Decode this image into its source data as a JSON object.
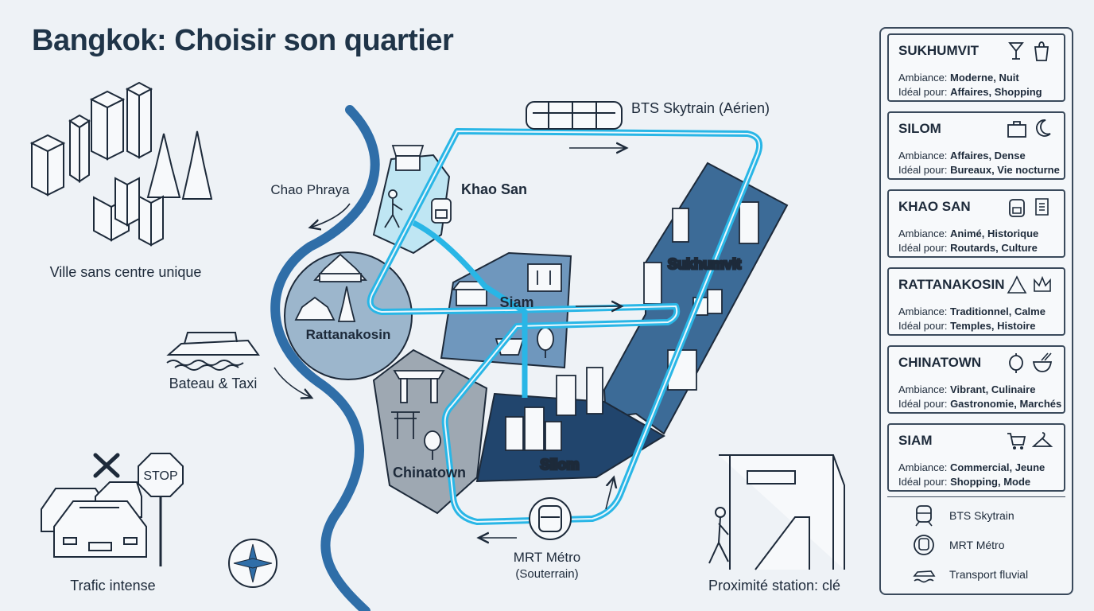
{
  "title": "Bangkok: Choisir son quartier",
  "colors": {
    "river": "#2f6ea8",
    "bts_line": "#29b6e6",
    "sukhumvit": "#2d5f8e",
    "silom": "#21456d",
    "siam": "#6f97bd",
    "rattanakosin": "#9cb6cc",
    "chinatown": "#9ea8b2",
    "khaosan": "#bfe6f3",
    "dark": "#1d2a3a"
  },
  "labels": {
    "city": "Ville sans centre unique",
    "river": "Chao Phraya",
    "boat": "Bateau & Taxi",
    "traffic": "Trafic intense",
    "stop": "STOP",
    "bts": "BTS Skytrain (Aérien)",
    "mrt": "MRT Métro",
    "mrt_sub": "(Souterrain)",
    "station": "Proximité station: clé"
  },
  "districts": {
    "khaosan": "Khao San",
    "rattanakosin": "Rattanakosin",
    "siam": "Siam",
    "sukhumvit": "Sukhumvit",
    "chinatown": "Chinatown",
    "silom": "Silom"
  },
  "sidebar": {
    "cards": [
      {
        "name": "SUKHUMVIT",
        "ambiance_label": "Ambiance:",
        "ambiance": "Moderne, Nuit",
        "ideal_label": "Idéal pour:",
        "ideal": "Affaires, Shopping",
        "icons": [
          "cocktail-icon",
          "shopping-bag-icon"
        ]
      },
      {
        "name": "SILOM",
        "ambiance_label": "Ambiance:",
        "ambiance": "Affaires, Dense",
        "ideal_label": "Idéal pour:",
        "ideal": "Bureaux, Vie nocturne",
        "icons": [
          "briefcase-icon",
          "moon-icon"
        ]
      },
      {
        "name": "KHAO SAN",
        "ambiance_label": "Ambiance:",
        "ambiance": "Animé, Historique",
        "ideal_label": "Idéal pour:",
        "ideal": "Routards, Culture",
        "icons": [
          "backpack-icon",
          "scroll-icon"
        ]
      },
      {
        "name": "RATTANAKOSIN",
        "ambiance_label": "Ambiance:",
        "ambiance": "Traditionnel, Calme",
        "ideal_label": "Idéal pour:",
        "ideal": "Temples, Histoire",
        "icons": [
          "temple-icon",
          "crown-icon"
        ]
      },
      {
        "name": "CHINATOWN",
        "ambiance_label": "Ambiance:",
        "ambiance": "Vibrant, Culinaire",
        "ideal_label": "Idéal pour:",
        "ideal": "Gastronomie, Marchés",
        "icons": [
          "lantern-icon",
          "noodle-bowl-icon"
        ]
      },
      {
        "name": "SIAM",
        "ambiance_label": "Ambiance:",
        "ambiance": "Commercial, Jeune",
        "ideal_label": "Idéal pour:",
        "ideal": "Shopping, Mode",
        "icons": [
          "shopping-cart-icon",
          "clothes-hanger-icon"
        ]
      }
    ],
    "legend": [
      {
        "label": "BTS Skytrain",
        "icon": "skytrain-icon"
      },
      {
        "label": "MRT Métro",
        "icon": "metro-icon"
      },
      {
        "label": "Transport fluvial",
        "icon": "boat-icon"
      }
    ]
  }
}
